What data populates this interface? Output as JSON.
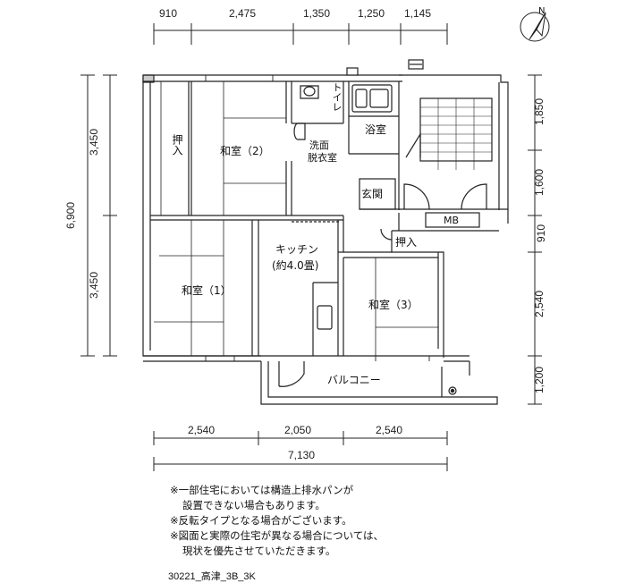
{
  "top_dims": [
    "910",
    "2,475",
    "1,350",
    "1,250",
    "1,145"
  ],
  "bottom_dims": [
    "2,540",
    "2,050",
    "2,540"
  ],
  "bottom_total": "7,130",
  "left_total": "6,900",
  "left_dims": [
    "3,450",
    "3,450"
  ],
  "right_dims": [
    "1,850",
    "1,600",
    "910",
    "2,540",
    "1,200"
  ],
  "compass": "N",
  "rooms": {
    "oshiire_left": "押入",
    "washitsu2": "和室（2）",
    "toilet": "トイレ",
    "bath": "浴室",
    "senmen1": "洗面",
    "senmen2": "脱衣室",
    "genkan": "玄関",
    "mb": "MB",
    "oshiire_right": "押入",
    "kitchen1": "キッチン",
    "kitchen2": "(約4.0畳)",
    "washitsu1": "和室（1）",
    "washitsu3": "和室（3）",
    "balcony": "バルコニー"
  },
  "notes": [
    "※一部住宅においては構造上排水パンが",
    "設置できない場合もあります。",
    "※反転タイプとなる場合がございます。",
    "※図面と実際の住宅が異なる場合については、",
    "現状を優先させていただきます。"
  ],
  "reference": "30221_高津_3B_3K"
}
